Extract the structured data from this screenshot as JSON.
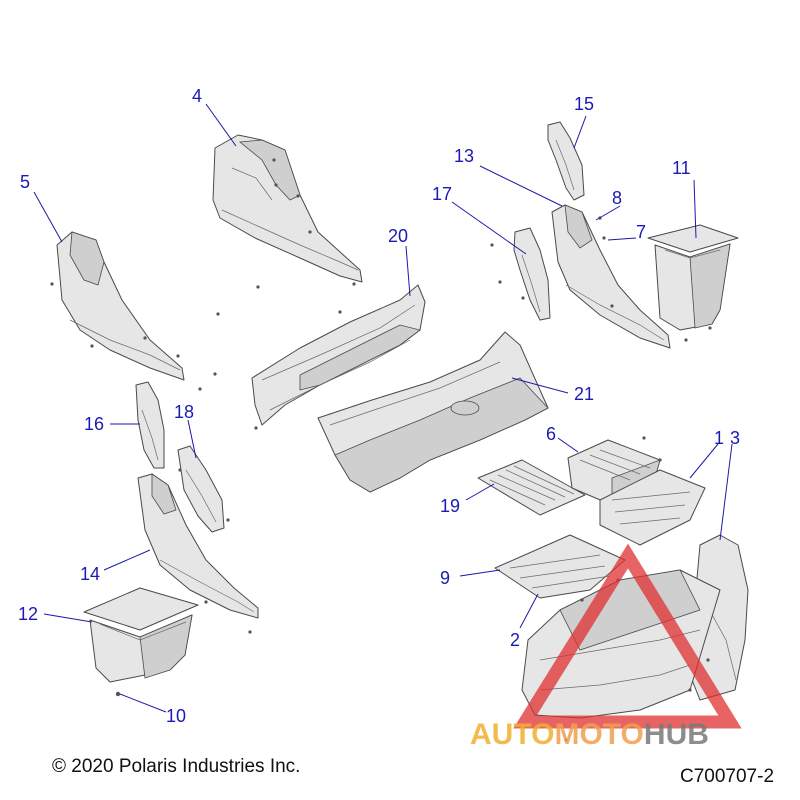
{
  "callouts": [
    {
      "label": "1"
    },
    {
      "label": "2"
    },
    {
      "label": "3"
    },
    {
      "label": "4"
    },
    {
      "label": "5"
    },
    {
      "label": "6"
    },
    {
      "label": "7"
    },
    {
      "label": "8"
    },
    {
      "label": "9"
    },
    {
      "label": "10"
    },
    {
      "label": "11"
    },
    {
      "label": "12"
    },
    {
      "label": "13"
    },
    {
      "label": "13"
    },
    {
      "label": "14"
    },
    {
      "label": "15"
    },
    {
      "label": "16"
    },
    {
      "label": "17"
    },
    {
      "label": "18"
    },
    {
      "label": "19"
    },
    {
      "label": "20"
    },
    {
      "label": "21"
    }
  ],
  "footer": {
    "copyright": "© 2020 Polaris Industries Inc.",
    "drawing_number": "C700707-2"
  },
  "watermark": {
    "part1": "AUTO",
    "part2": "MOTO",
    "part3": "HUB",
    "colors": {
      "auto": "#f0b030",
      "moto": "#f0a050",
      "hub": "#7a7a7a",
      "triangle": "#e03030"
    }
  }
}
